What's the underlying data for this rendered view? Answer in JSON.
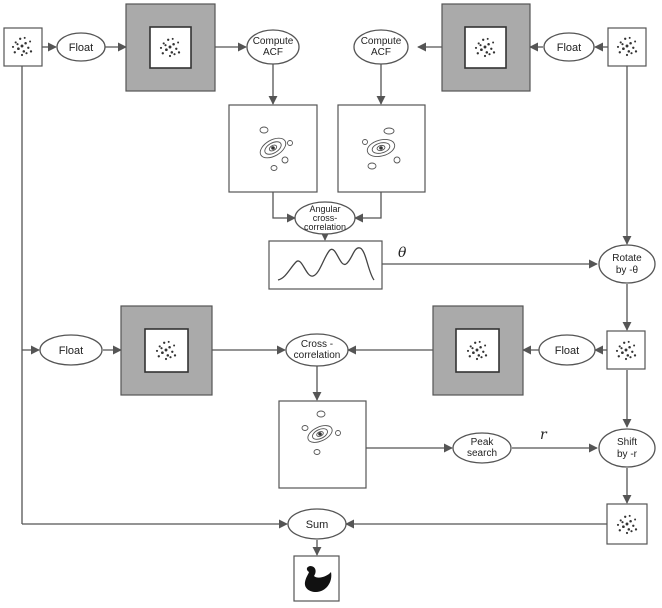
{
  "diagram": {
    "labels": {
      "float_top_left": "Float",
      "float_top_right": "Float",
      "float_mid_left": "Float",
      "float_mid_right": "Float",
      "compute_acf_left": [
        "Compute",
        "ACF"
      ],
      "compute_acf_right": [
        "Compute",
        "ACF"
      ],
      "angular_xcorr": [
        "Angular",
        "cross-",
        "correlation"
      ],
      "theta_symbol": "θ",
      "rotate": [
        "Rotate",
        "by -θ"
      ],
      "cross_correlation": [
        "Cross -",
        "correlation"
      ],
      "peak_search": [
        "Peak",
        "search"
      ],
      "r_symbol": "r",
      "shift": [
        "Shift",
        "by -r"
      ],
      "sum": "Sum"
    }
  }
}
